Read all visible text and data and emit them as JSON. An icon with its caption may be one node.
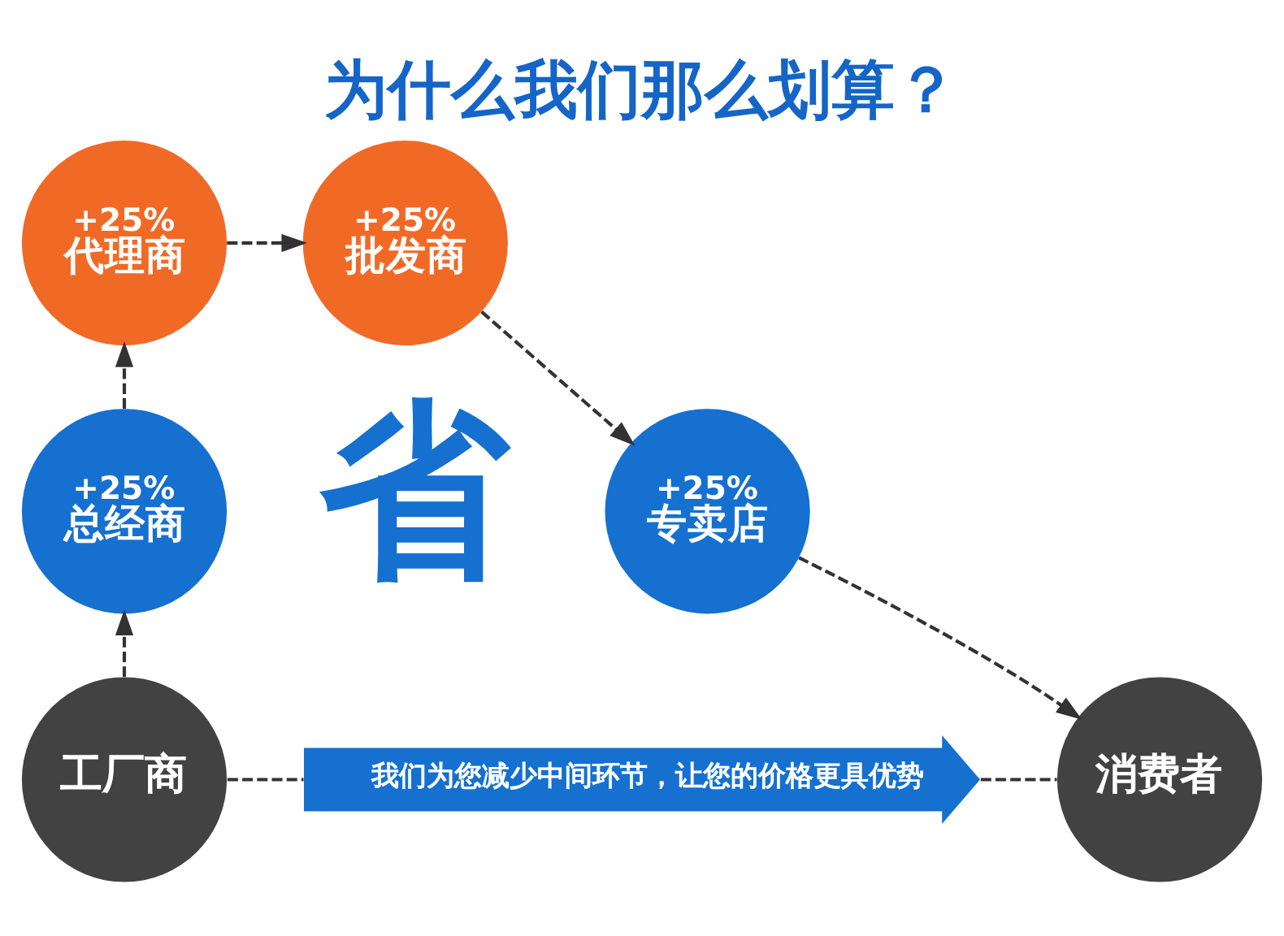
{
  "diagram": {
    "title": "为什么我们那么划算？",
    "nodes": [
      {
        "text": [
          "工厂商"
        ]
      },
      {
        "text": [
          "+25%",
          "总经商"
        ]
      },
      {
        "text": [
          "+25%",
          "代理商"
        ]
      },
      {
        "text": [
          "+25%",
          "批发商"
        ]
      },
      {
        "text": [
          "+25%",
          "专卖店"
        ]
      },
      {
        "text": [
          "消费者"
        ]
      },
      {
        "text": [
          "我们为您减少中间环节，让您的价格更具优势"
        ]
      }
    ],
    "edges": [
      {
        "from": 0,
        "to": 1,
        "arrow": "to",
        "style": "dashed"
      },
      {
        "from": 1,
        "to": 2,
        "arrow": "to",
        "style": "dashed"
      },
      {
        "from": 2,
        "to": 3,
        "arrow": "to",
        "style": "dashed"
      },
      {
        "from": 3,
        "to": 4,
        "arrow": "to",
        "style": "dashed"
      },
      {
        "from": 4,
        "to": 5,
        "arrow": "to",
        "style": "dashed"
      },
      {
        "from": 0,
        "to": 6,
        "arrow": "none",
        "style": "dashed"
      },
      {
        "from": 6,
        "to": 5,
        "arrow": "none",
        "style": "dashed"
      }
    ],
    "labels": [
      "省"
    ]
  }
}
